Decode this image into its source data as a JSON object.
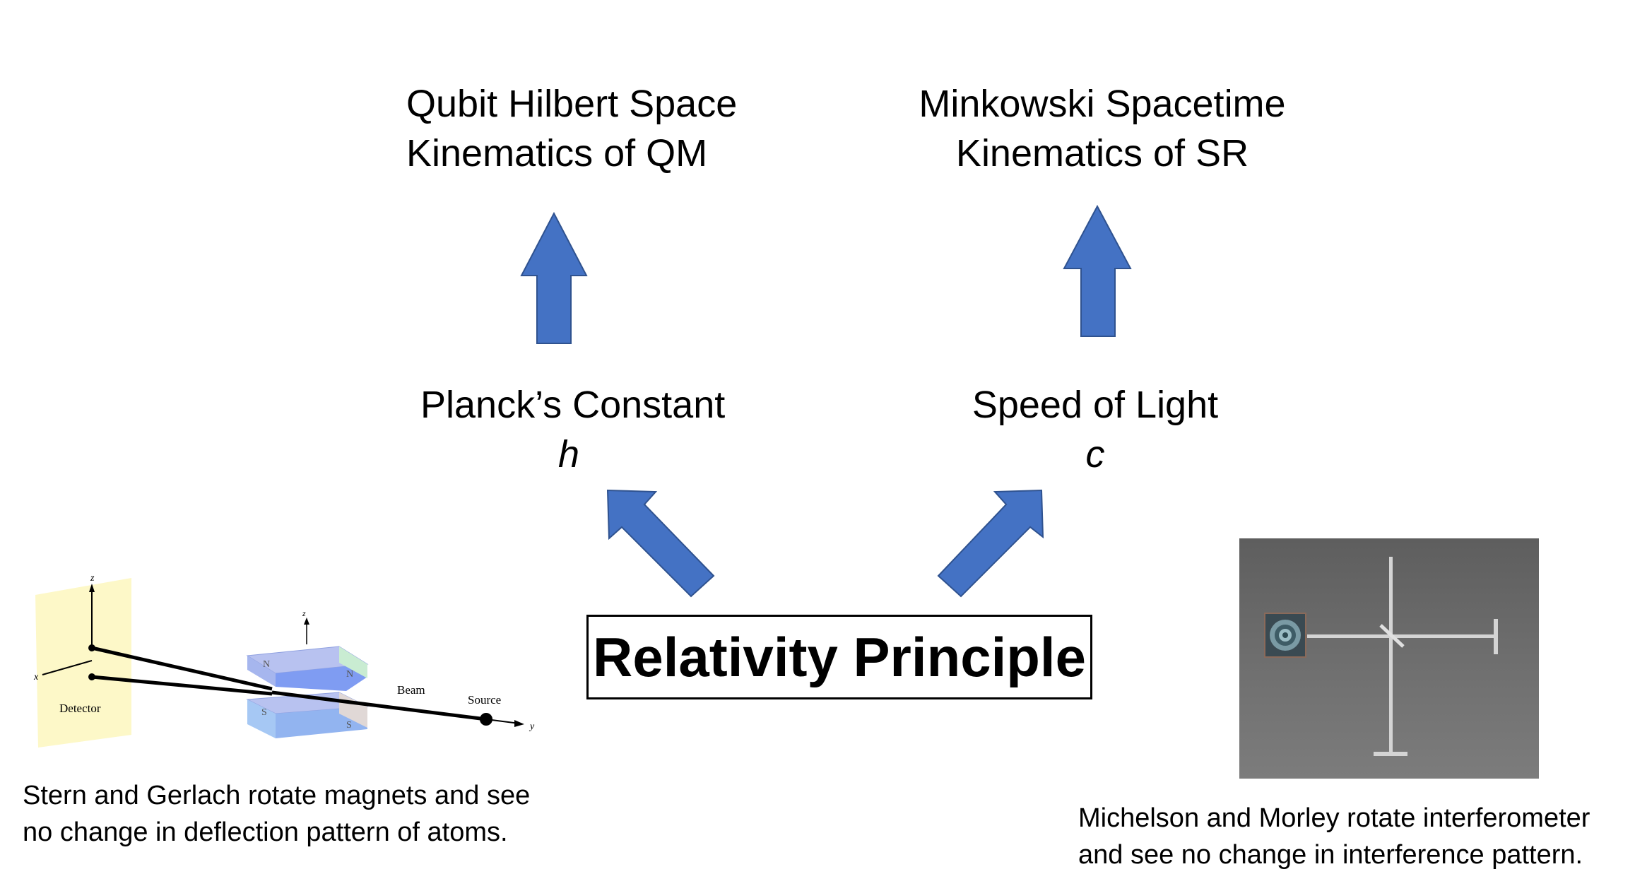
{
  "top_left": {
    "line1": "Qubit Hilbert Space",
    "line2": "Kinematics of QM"
  },
  "top_right": {
    "line1": "Minkowski Spacetime",
    "line2": "Kinematics of SR"
  },
  "mid_left": {
    "name": "Planck’s Constant",
    "symbol": "h"
  },
  "mid_right": {
    "name": "Speed of Light",
    "symbol": "c"
  },
  "center_box": {
    "label": "Relativity Principle"
  },
  "stern_gerlach": {
    "caption_line1": "Stern and Gerlach rotate magnets and see",
    "caption_line2": "no change in deflection pattern of atoms.",
    "labels": {
      "detector": "Detector",
      "beam": "Beam",
      "source": "Source",
      "x": "x",
      "y": "y",
      "z": "z",
      "magnet_z": "z",
      "n": "N",
      "s": "S"
    }
  },
  "michelson_morley": {
    "caption_line1": "Michelson and Morley rotate interferometer",
    "caption_line2": "and see no change in interference pattern."
  },
  "colors": {
    "arrow_fill": "#4472c4",
    "arrow_stroke": "#2f528f",
    "detector": "#fdf8c8",
    "photo_bg": "#6e6e6e"
  },
  "icons": {
    "arrow": "block-arrow-icon"
  }
}
